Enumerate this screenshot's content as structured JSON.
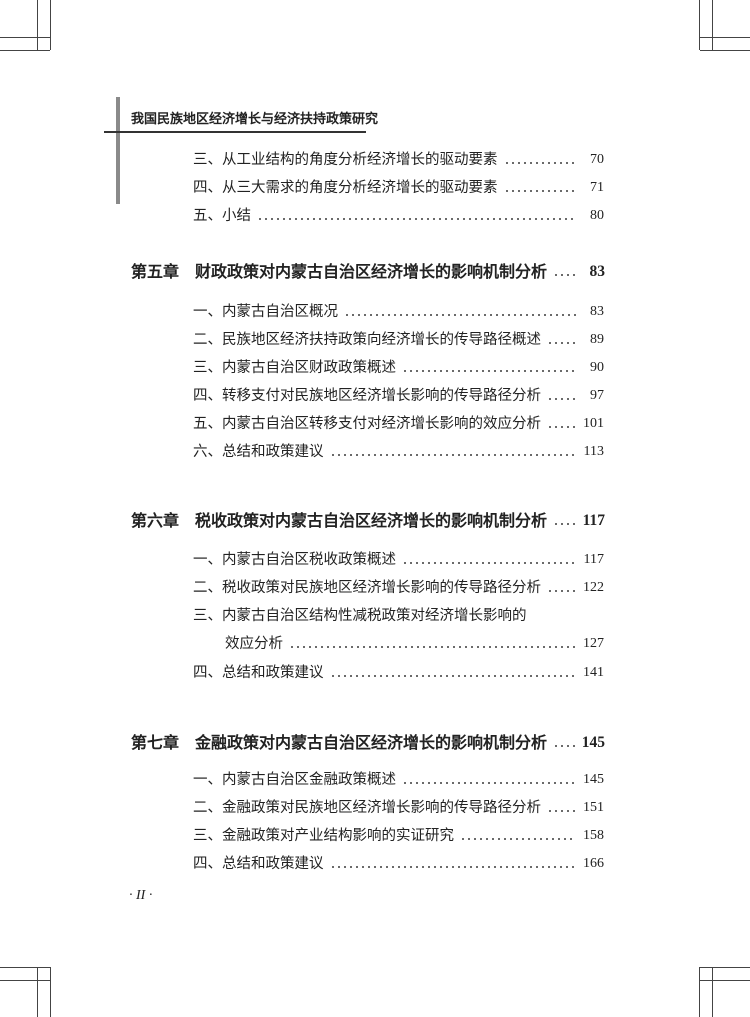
{
  "running_head": "我国民族地区经济增长与经济扶持政策研究",
  "sections": [
    {
      "chapter": "",
      "title": "三、从工业结构的角度分析经济增长的驱动要素",
      "page": "70"
    },
    {
      "chapter": "",
      "title": "四、从三大需求的角度分析经济增长的驱动要素",
      "page": "71"
    },
    {
      "chapter": "",
      "title": "五、小结",
      "page": "80"
    },
    {
      "chapter": "第五章",
      "title": "财政政策对内蒙古自治区经济增长的影响机制分析",
      "page": "83"
    },
    {
      "chapter": "",
      "title": "一、内蒙古自治区概况",
      "page": "83"
    },
    {
      "chapter": "",
      "title": "二、民族地区经济扶持政策向经济增长的传导路径概述",
      "page": "89"
    },
    {
      "chapter": "",
      "title": "三、内蒙古自治区财政政策概述",
      "page": "90"
    },
    {
      "chapter": "",
      "title": "四、转移支付对民族地区经济增长影响的传导路径分析",
      "page": "97"
    },
    {
      "chapter": "",
      "title": "五、内蒙古自治区转移支付对经济增长影响的效应分析",
      "page": "101"
    },
    {
      "chapter": "",
      "title": "六、总结和政策建议",
      "page": "113"
    },
    {
      "chapter": "第六章",
      "title": "税收政策对内蒙古自治区经济增长的影响机制分析",
      "page": "117"
    },
    {
      "chapter": "",
      "title": "一、内蒙古自治区税收政策概述",
      "page": "117"
    },
    {
      "chapter": "",
      "title": "二、税收政策对民族地区经济增长影响的传导路径分析",
      "page": "122"
    },
    {
      "chapter": "",
      "title": "三、内蒙古自治区结构性减税政策对经济增长影响的",
      "page": ""
    },
    {
      "chapter": "",
      "title": "效应分析",
      "page": "127"
    },
    {
      "chapter": "",
      "title": "四、总结和政策建议",
      "page": "141"
    },
    {
      "chapter": "第七章",
      "title": "金融政策对内蒙古自治区经济增长的影响机制分析",
      "page": "145"
    },
    {
      "chapter": "",
      "title": "一、内蒙古自治区金融政策概述",
      "page": "145"
    },
    {
      "chapter": "",
      "title": "二、金融政策对民族地区经济增长影响的传导路径分析",
      "page": "151"
    },
    {
      "chapter": "",
      "title": "三、金融政策对产业结构影响的实证研究",
      "page": "158"
    },
    {
      "chapter": "",
      "title": "四、总结和政策建议",
      "page": "166"
    }
  ],
  "folio": "· II ·"
}
